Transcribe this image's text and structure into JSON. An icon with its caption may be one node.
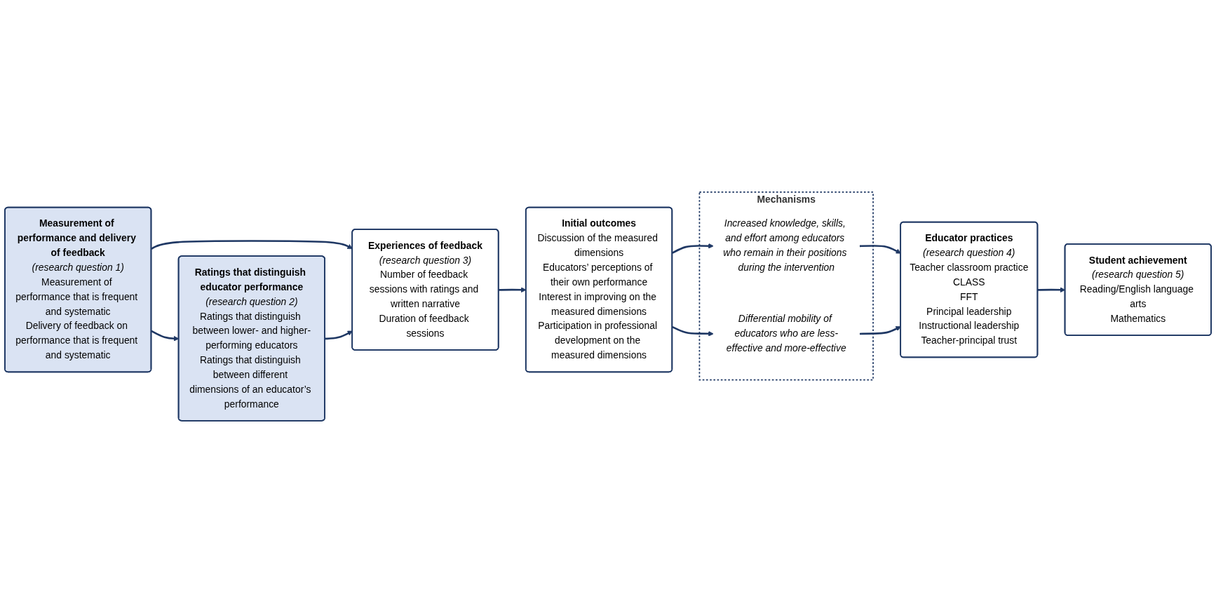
{
  "diagram": {
    "nodes": [
      {
        "text": [
          "Measurement of performance and delivery of feedback",
          "(research question 1)",
          "Measurement of performance that is frequent and systematic",
          "Delivery of feedback on performance that is frequent and systematic"
        ]
      },
      {
        "text": [
          "Ratings that distinguish educator performance",
          "(research question 2)",
          "Ratings that distinguish between lower- and higher-performing educators",
          "Ratings that distinguish between different dimensions of an educator’s performance"
        ]
      },
      {
        "text": [
          "Experiences of feedback",
          "(research question 3)",
          "Number of feedback sessions with ratings and written narrative",
          "Duration of feedback sessions"
        ]
      },
      {
        "text": [
          "Initial outcomes",
          "Discussion of the measured dimensions",
          "Educators’ perceptions of their own performance",
          "Interest in improving on the measured dimensions",
          "Participation in professional development on the measured dimensions"
        ]
      },
      {
        "text": [
          "Mechanisms"
        ]
      },
      {
        "text": [
          "Increased knowledge, skills, and effort among educators who remain in their positions during the intervention"
        ],
        "in": 4
      },
      {
        "text": [
          "Differential mobility of educators who are less-effective and more-effective"
        ],
        "in": 4
      },
      {
        "text": [
          "Educator practices",
          "(research question 4)",
          "Teacher classroom practice",
          "CLASS",
          "FFT",
          "Principal leadership",
          "Instructional leadership",
          "Teacher-principal trust"
        ]
      },
      {
        "text": [
          "Student achievement",
          "(research question 5)",
          "Reading/English language arts",
          "Mathematics"
        ]
      }
    ],
    "edges": [
      {
        "from": 0,
        "to": 1,
        "arrow": "to"
      },
      {
        "from": 0,
        "to": 2,
        "arrow": "to"
      },
      {
        "from": 1,
        "to": 2,
        "arrow": "to"
      },
      {
        "from": 2,
        "to": 3,
        "arrow": "to"
      },
      {
        "from": 3,
        "to": 5,
        "arrow": "to"
      },
      {
        "from": 3,
        "to": 6,
        "arrow": "to"
      },
      {
        "from": 5,
        "to": 7,
        "arrow": "to"
      },
      {
        "from": 6,
        "to": 7,
        "arrow": "to"
      },
      {
        "from": 7,
        "to": 8,
        "arrow": "to"
      }
    ]
  }
}
